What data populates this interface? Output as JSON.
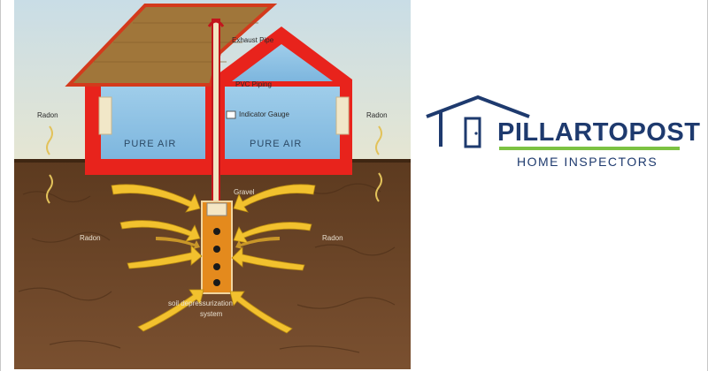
{
  "diagram": {
    "labels": {
      "roof": "Exhaust Pipe",
      "piping": "PVC Piping",
      "gauge": "Indicator Gauge",
      "radon_left": "Radon",
      "radon_right": "Radon",
      "room_left": "PURE AIR",
      "room_right": "PURE AIR",
      "soil_left": "Radon",
      "soil_right": "Radon",
      "gravel": "Gravel",
      "system_line1": "soil depressurization",
      "system_line2": "system"
    },
    "colors": {
      "sky": "#dbe8ea",
      "walls": "#e8231c",
      "roof": "#a0763a",
      "room": "#8ec3e6",
      "soil": "#6b4526",
      "arrows": "#f2c12e"
    }
  },
  "logo": {
    "name": "PILLARTOPOST",
    "tagline": "HOME INSPECTORS",
    "colors": {
      "navy": "#1e3a6e",
      "green": "#7cc242"
    }
  }
}
